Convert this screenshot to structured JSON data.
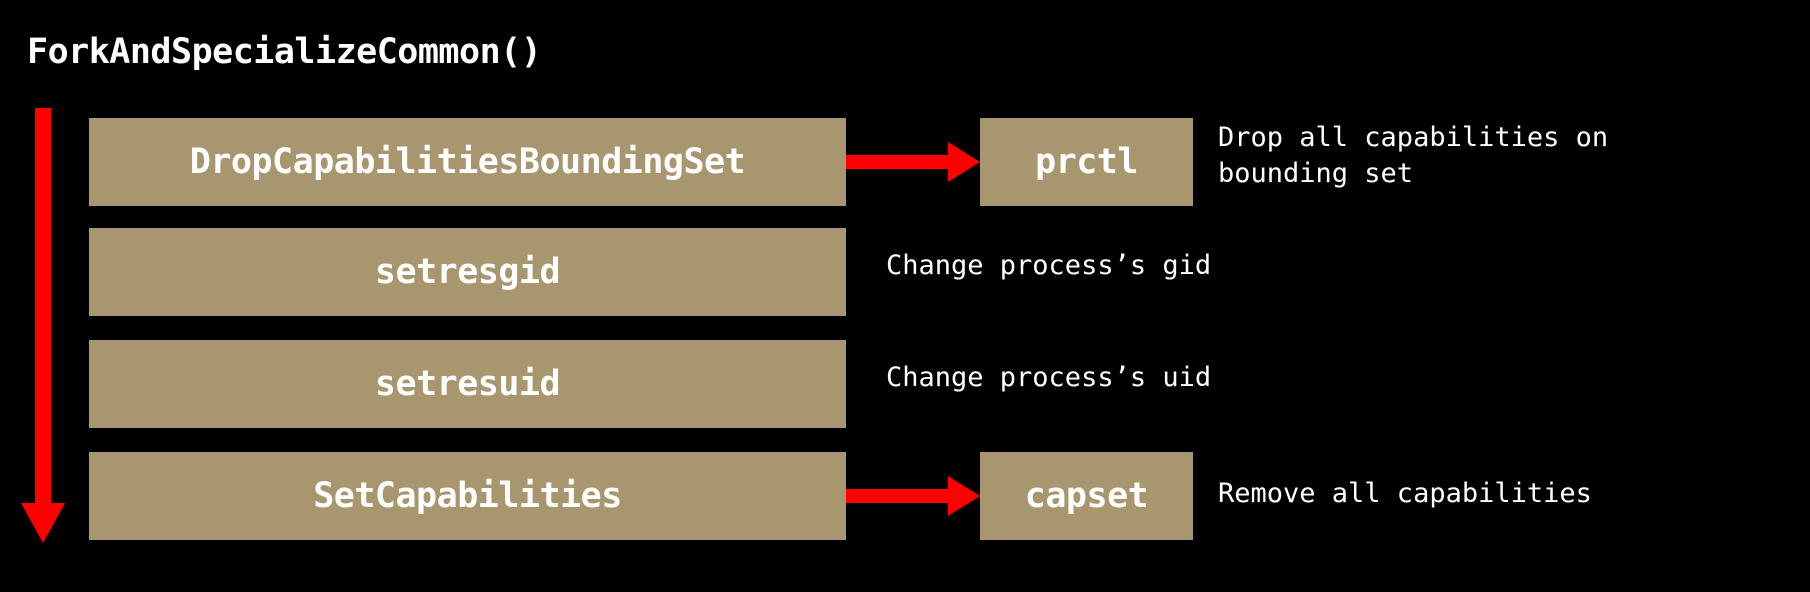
{
  "diagram": {
    "title": "ForkAndSpecializeCommon()",
    "background_color": "#000000",
    "box_color": "#a8966e",
    "arrow_color": "#ff0000",
    "text_color": "#ffffff",
    "flow_arrow": "downward-vertical-flow-arrow",
    "steps": [
      {
        "name": "DropCapabilitiesBoundingSet",
        "syscall": "prctl",
        "has_syscall_arrow": true,
        "annotation": "Drop all capabilities on\nbounding set"
      },
      {
        "name": "setresgid",
        "syscall": "",
        "has_syscall_arrow": false,
        "annotation": "Change process’s gid"
      },
      {
        "name": "setresuid",
        "syscall": "",
        "has_syscall_arrow": false,
        "annotation": "Change process’s uid"
      },
      {
        "name": "SetCapabilities",
        "syscall": "capset",
        "has_syscall_arrow": true,
        "annotation": "Remove all capabilities"
      }
    ]
  }
}
